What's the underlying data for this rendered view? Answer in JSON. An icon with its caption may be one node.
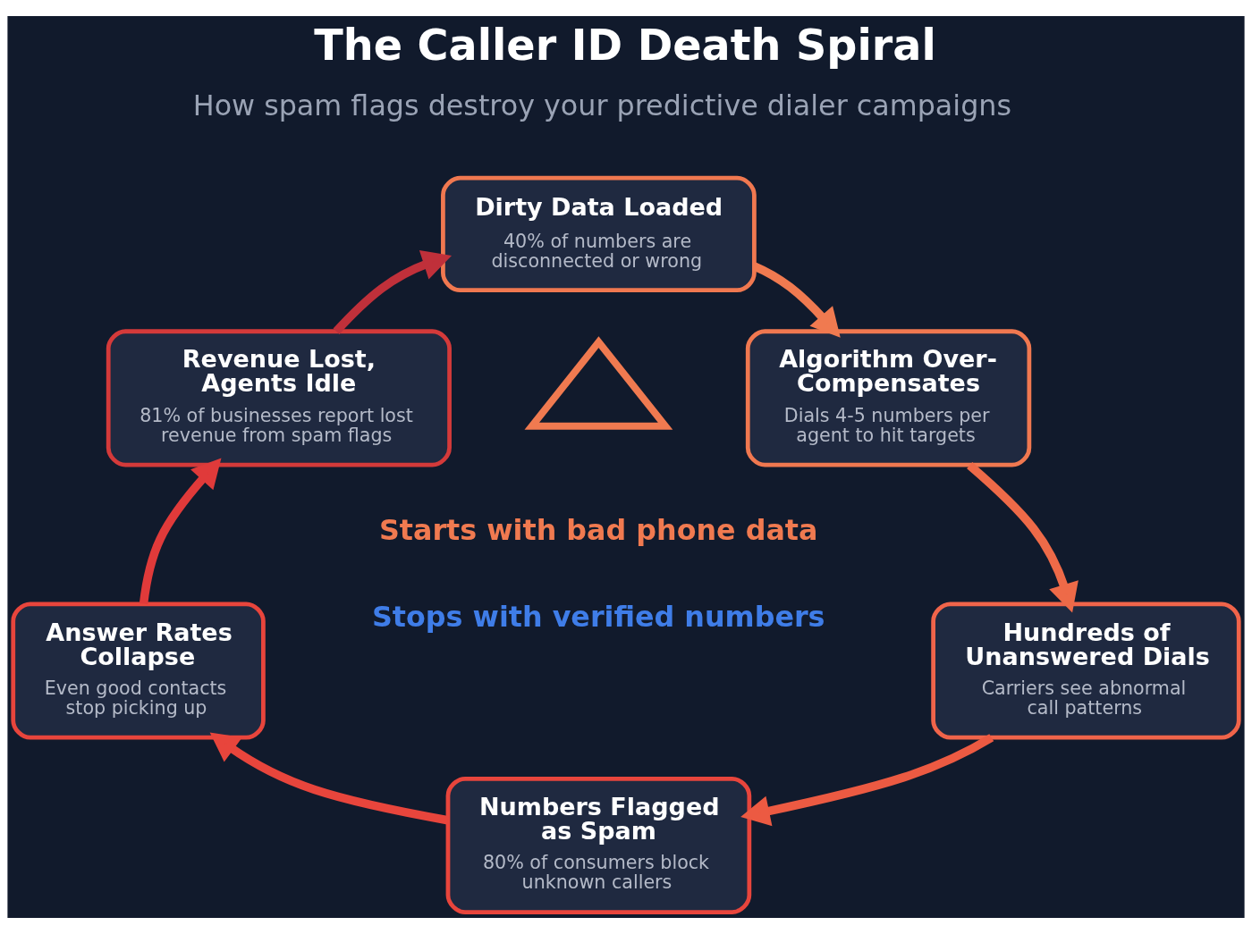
{
  "diagram": {
    "title": "The Caller ID Death Spiral",
    "nodes": [
      {
        "text": [
          "Dirty Data Loaded",
          "40% of numbers are disconnected or wrong"
        ]
      },
      {
        "text": [
          "Revenue Lost, Agents Idle",
          "81% of businesses report lost revenue from spam flags"
        ]
      },
      {
        "text": [
          "Algorithm Over-Compensates",
          "Dials 4-5 numbers per agent to hit targets"
        ]
      },
      {
        "text": [],
        "shape": "triangle"
      },
      {
        "text": [
          "Answer Rates Collapse",
          "Even good contacts stop picking up"
        ]
      },
      {
        "text": [
          "Hundreds of Unanswered Dials",
          "Carriers see abnormal call patterns"
        ]
      },
      {
        "text": [
          "Numbers Flagged as Spam",
          "80% of consumers block unknown callers"
        ]
      }
    ],
    "edges": [
      {
        "from": 0,
        "to": 2,
        "arrow": "to",
        "color": "#f07a50"
      },
      {
        "from": 2,
        "to": 5,
        "arrow": "to",
        "color": "#ee6a48"
      },
      {
        "from": 5,
        "to": 6,
        "arrow": "to",
        "color": "#ec5a42"
      },
      {
        "from": 6,
        "to": 4,
        "arrow": "to",
        "color": "#e8453c"
      },
      {
        "from": 4,
        "to": 1,
        "arrow": "to",
        "color": "#e03a3a"
      },
      {
        "from": 1,
        "to": 0,
        "arrow": "to",
        "color": "#c0303a"
      }
    ],
    "labels": [
      "How spam flags destroy your predictive dialer campaigns",
      "Starts with bad phone data",
      "Stops with verified numbers"
    ]
  }
}
